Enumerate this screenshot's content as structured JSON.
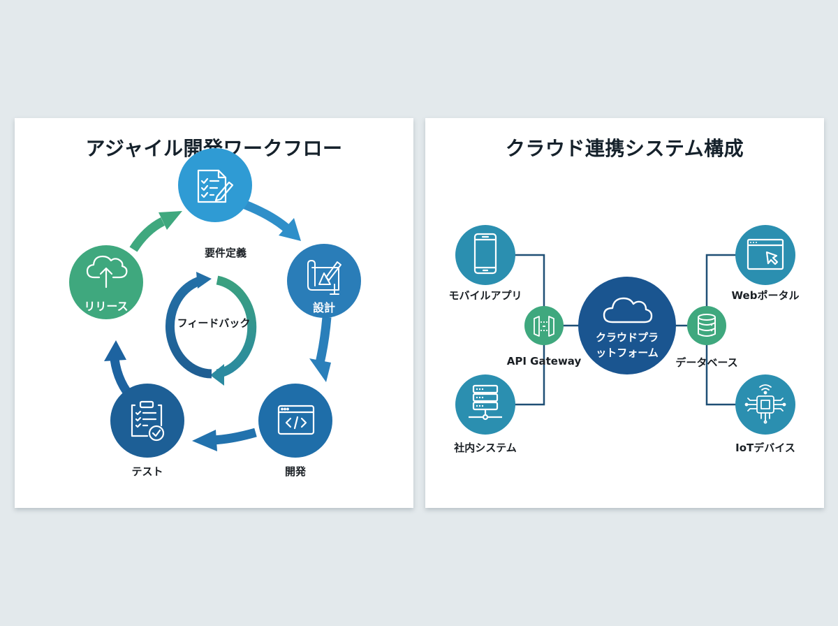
{
  "colors": {
    "background": "#e3e9ec",
    "panel": "#ffffff",
    "title_text": "#15212b",
    "light_blue": "#2f9bd4",
    "mid_blue": "#2a7db8",
    "dark_blue": "#1d5f96",
    "green": "#3fa87e",
    "teal": "#2b8fb0",
    "navy": "#1a4f8a",
    "connector": "#1f4f75"
  },
  "left_panel": {
    "title": "アジャイル開発ワークフロー",
    "stages": [
      {
        "id": "requirements",
        "label": "要件定義",
        "icon": "document-checklist-pencil-icon"
      },
      {
        "id": "design",
        "label": "設計",
        "icon": "blueprint-pencil-icon"
      },
      {
        "id": "development",
        "label": "開発",
        "icon": "code-window-icon"
      },
      {
        "id": "test",
        "label": "テスト",
        "icon": "clipboard-check-icon"
      },
      {
        "id": "release",
        "label": "リリース",
        "icon": "cloud-upload-icon"
      }
    ],
    "center": {
      "label": "フィードバック",
      "icon": "cycle-arrows-icon"
    }
  },
  "right_panel": {
    "title": "クラウド連携システム構成",
    "center": {
      "line1": "クラウドプラ",
      "line2": "ットフォーム",
      "icon": "cloud-icon"
    },
    "hubs": [
      {
        "id": "api-gateway",
        "label": "API Gateway",
        "icon": "gateway-icon"
      },
      {
        "id": "database",
        "label": "データベース",
        "icon": "database-icon"
      }
    ],
    "endpoints": [
      {
        "id": "mobile-app",
        "label": "モバイルアプリ",
        "icon": "smartphone-icon"
      },
      {
        "id": "internal-system",
        "label": "社内システム",
        "icon": "server-icon"
      },
      {
        "id": "web-portal",
        "label": "Webポータル",
        "icon": "browser-cursor-icon"
      },
      {
        "id": "iot-device",
        "label": "IoTデバイス",
        "icon": "chip-wireless-icon"
      }
    ]
  }
}
